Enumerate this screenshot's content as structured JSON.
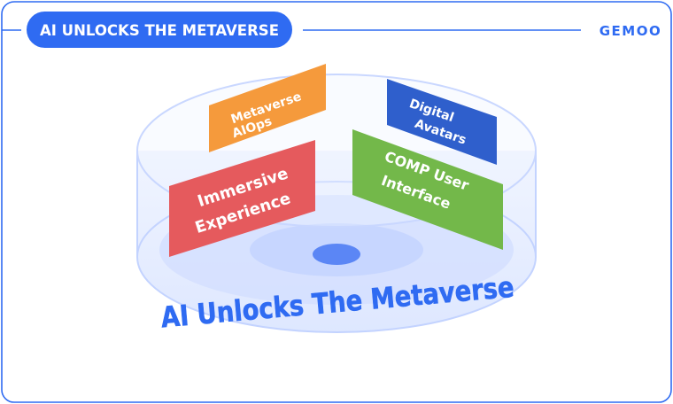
{
  "header": {
    "title": "AI UNLOCKS THE METAVERSE",
    "logo": "GEMOO"
  },
  "panels": [
    {
      "lines": [
        "Metaverse",
        "AIOps"
      ],
      "color": "#f59a3c"
    },
    {
      "lines": [
        "Digital",
        "Avatars"
      ],
      "color": "#2f5fcc"
    },
    {
      "lines": [
        "Immersive",
        "Experience"
      ],
      "color": "#e55a5d"
    },
    {
      "lines": [
        "COMP User",
        "Interface"
      ],
      "color": "#73b84a"
    }
  ],
  "base": {
    "caption": "AI Unlocks The Metaverse"
  },
  "colors": {
    "accent": "#2f6bf2",
    "frame": "#2f6bf2",
    "cylinder_fill": "#dde7ff",
    "cylinder_stroke": "#c3d3ff",
    "center_dot": "#5b86f5"
  }
}
